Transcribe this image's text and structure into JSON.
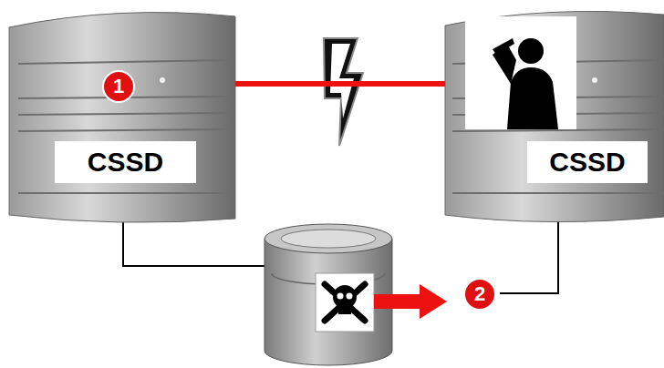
{
  "diagram": {
    "nodes": [
      {
        "text": [
          "CSSD"
        ]
      },
      {
        "text": [
          "CSSD"
        ]
      }
    ],
    "edges": [
      {
        "from": 0,
        "to": 1,
        "arrow": "none"
      }
    ],
    "labels": [
      "1",
      "2"
    ]
  }
}
